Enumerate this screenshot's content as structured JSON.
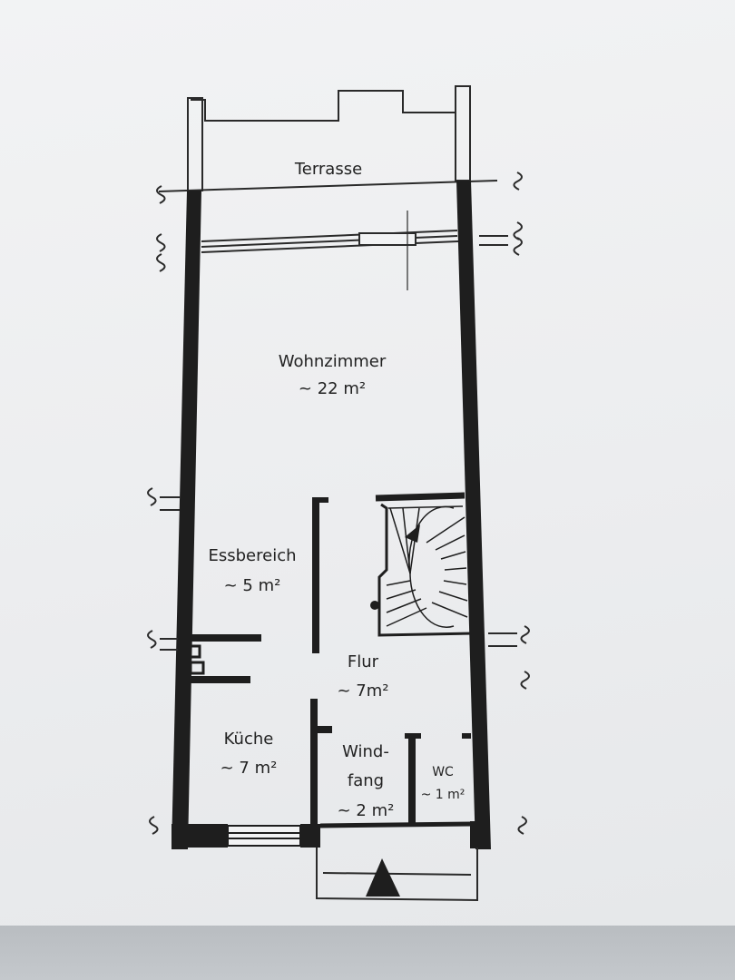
{
  "rooms": {
    "terrasse": {
      "name": "Terrasse"
    },
    "wohnzimmer": {
      "name": "Wohnzimmer",
      "area": "~ 22 m²"
    },
    "essbereich": {
      "name": "Essbereich",
      "area": "~ 5 m²"
    },
    "flur": {
      "name": "Flur",
      "area": "~ 7m²"
    },
    "kueche": {
      "name": "Küche",
      "area": "~ 7 m²"
    },
    "windfang": {
      "name_line1": "Wind-",
      "name_line2": "fang",
      "area": "~ 2 m²"
    },
    "wc": {
      "name": "WC",
      "area": "~ 1 m²"
    }
  },
  "colors": {
    "wall": "#1e1e1e",
    "line": "#2a2a2a",
    "paper": "#eeeff1"
  }
}
